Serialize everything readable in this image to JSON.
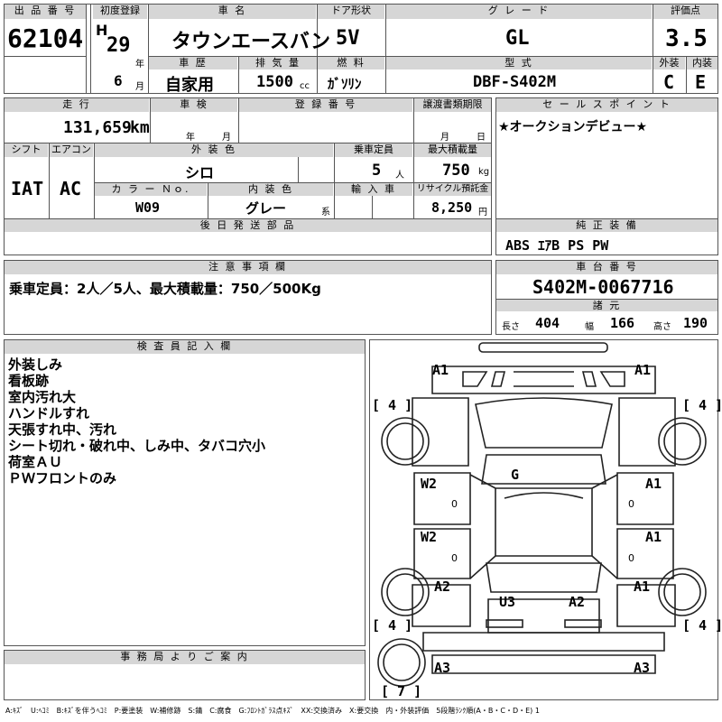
{
  "lot": {
    "label": "出 品 番 号",
    "value": "62104"
  },
  "first_reg": {
    "label": "初度登録",
    "era": "H",
    "year": "29",
    "year_unit": "年",
    "month": "6",
    "month_unit": "月"
  },
  "model_name": {
    "label": "車 名",
    "value": "タウンエースバン"
  },
  "door": {
    "label": "ドア形状",
    "value": "5V"
  },
  "grade": {
    "label": "グ レ ー ド",
    "value": "GL"
  },
  "score": {
    "label": "評価点",
    "value": "3.5"
  },
  "history": {
    "label": "車 歴",
    "value": "自家用"
  },
  "displacement": {
    "label": "排 気 量",
    "value": "1500",
    "unit": "cc"
  },
  "fuel": {
    "label": "燃 料",
    "value": "ｶﾞｿﾘﾝ"
  },
  "model_code": {
    "label": "型 式",
    "value": "DBF-S402M"
  },
  "exterior_score": {
    "label": "外装",
    "value": "C"
  },
  "interior_score": {
    "label": "内装",
    "value": "E"
  },
  "mileage": {
    "label": "走 行",
    "value": "131,659",
    "unit": "km"
  },
  "inspection": {
    "label": "車 検",
    "year_unit": "年",
    "month_unit": "月"
  },
  "registration": {
    "label": "登 録 番 号"
  },
  "transfer_deadline": {
    "label": "譲渡書類期限",
    "month_unit": "月",
    "day_unit": "日"
  },
  "sales_point": {
    "label": "セ ー ル ス ポ イ ン ト",
    "value": "★オークションデビュー★"
  },
  "shift": {
    "label": "シフト",
    "value": "IAT"
  },
  "aircon": {
    "label": "エアコン",
    "value": "AC"
  },
  "exterior_color": {
    "label": "外 装 色",
    "value": "シロ"
  },
  "capacity": {
    "label": "乗車定員",
    "value": "5",
    "unit": "人"
  },
  "max_load": {
    "label": "最大積載量",
    "value": "750",
    "unit": "kg"
  },
  "color_no": {
    "label": "カ ラ ー Ｎｏ.",
    "value": "W09"
  },
  "interior_color": {
    "label": "内 装 色",
    "value": "グレー",
    "unit": "系"
  },
  "import": {
    "label": "輸 入 車"
  },
  "recycle": {
    "label": "リサイクル預託金",
    "value": "8,250",
    "unit": "円"
  },
  "later_parts": {
    "label": "後 日 発 送 部 品"
  },
  "equipment": {
    "label": "純 正 装 備",
    "value": "ABS ｴｱB PS PW"
  },
  "notes": {
    "label": "注 意 事 項 欄",
    "value": "乗車定員：2人／5人、最大積載量：750／500Kg"
  },
  "chassis": {
    "label": "車 台 番 号",
    "value": "S402M-0067716"
  },
  "specs": {
    "label": "諸 元",
    "length_label": "長さ",
    "length": "404",
    "width_label": "幅",
    "width": "166",
    "height_label": "高さ",
    "height": "190"
  },
  "inspector": {
    "label": "検 査 員 記 入 欄",
    "lines": [
      "外装しみ",
      "看板跡",
      "室内汚れ大",
      "ハンドルすれ",
      "天張すれ中、汚れ",
      "シート切れ・破れ中、しみ中、タバコ穴小",
      "荷室ＡＵ",
      "ＰＷフロントのみ"
    ]
  },
  "office": {
    "label": "事 務 局 よ り ご 案 内"
  },
  "diagram": {
    "marks": {
      "front_left": "A1",
      "front_right": "A1",
      "door_fl": "W2",
      "door_fr": "A1",
      "door_rl": "W2",
      "door_rr": "A1",
      "roof": "G",
      "rear_left": "A2",
      "rear_right": "A1",
      "floor": "U3",
      "tail": "A2",
      "bumper_left": "A3",
      "bumper_right": "A3",
      "z1": "0",
      "z2": "0",
      "z3": "0",
      "z4": "0"
    },
    "tires": {
      "fl": "[ 4 ]",
      "fr": "[ 4 ]",
      "rl": "[ 4 ]",
      "rr": "[ 4 ]",
      "spare": "[ 7 ]"
    }
  },
  "legend": "A:ｷｽﾞ　U:ﾍｺﾐ　B:ｷｽﾞを伴うﾍｺﾐ　P:要塗装　W:補修跡　S:錆　C:腐食　G:ﾌﾛﾝﾄｶﾞﾗｽ点ｷｽﾞ　XX:交換済み　X:要交換　内・外装評価　5段階ﾗﾝｸ順(A・B・C・D・E) 1"
}
